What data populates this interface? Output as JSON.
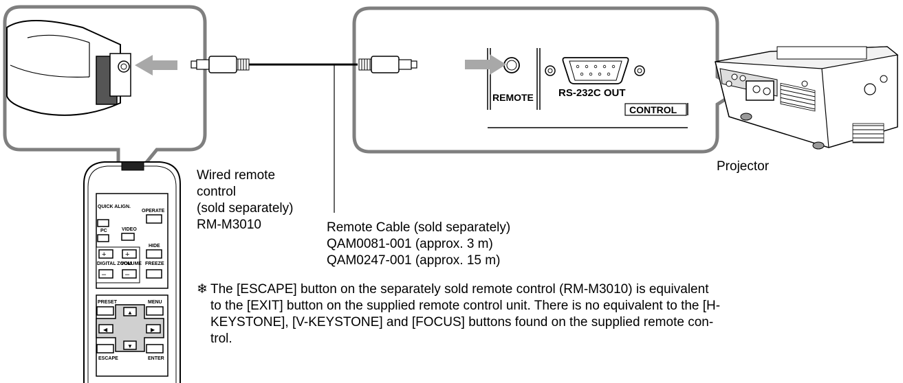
{
  "panel": {
    "remote_label": "REMOTE",
    "rs232_label": "RS-232C OUT",
    "control_label": "CONTROL"
  },
  "labels": {
    "wired_remote": [
      "Wired remote",
      "control",
      "(sold separately)",
      "RM-M3010"
    ],
    "cable": [
      "Remote Cable (sold separately)",
      "QAM0081-001 (approx. 3 m)",
      "QAM0247-001 (approx. 15 m)"
    ],
    "projector": "Projector"
  },
  "remote_buttons": {
    "quick_align": "QUICK ALIGN.",
    "operate": "OPERATE",
    "pc": "PC",
    "video": "VIDEO",
    "hide": "HIDE",
    "digital_zoom": "DIGITAL ZOOM",
    "volume": "VOLUME",
    "freeze": "FREEZE",
    "preset": "PRESET",
    "menu": "MENU",
    "escape": "ESCAPE",
    "enter": "ENTER"
  },
  "note": {
    "symbol": "❄",
    "lines": [
      "The [ESCAPE] button on the separately sold remote control (RM-M3010) is equivalent",
      "to the [EXIT] button on the supplied remote control unit. There is no equivalent to the [H-",
      "KEYSTONE], [V-KEYSTONE] and [FOCUS] buttons found on the supplied remote con-",
      "trol."
    ]
  }
}
